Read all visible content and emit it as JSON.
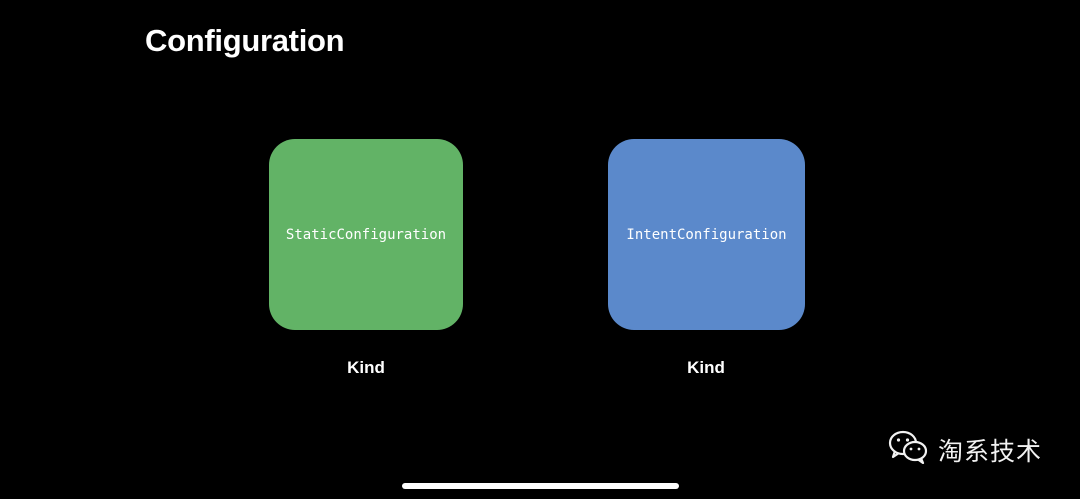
{
  "slide": {
    "title": "Configuration"
  },
  "cards": [
    {
      "label": "StaticConfiguration",
      "caption": "Kind",
      "color": "#62b366"
    },
    {
      "label": "IntentConfiguration",
      "caption": "Kind",
      "color": "#5b89cb"
    }
  ],
  "watermark": {
    "icon": "wechat-icon",
    "text": "淘系技术"
  },
  "colors": {
    "background": "#000000",
    "home_indicator": "#ffffff"
  }
}
